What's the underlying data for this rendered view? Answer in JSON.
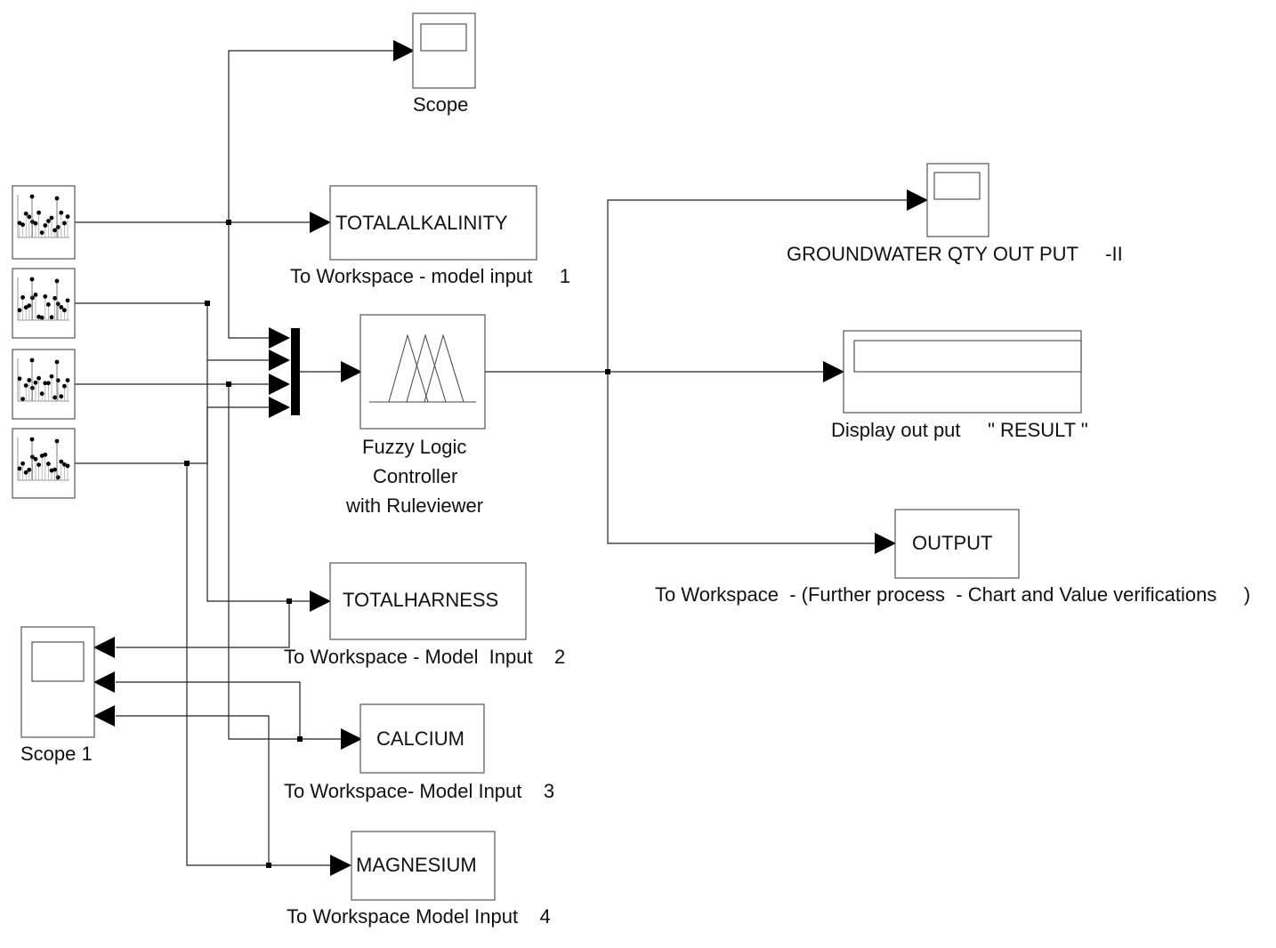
{
  "colors": {
    "line": "#222222",
    "block_border": "#555555",
    "background": "#ffffff"
  },
  "sources": [
    {
      "name": "signal-source-1",
      "icon": "scatter-plot-icon"
    },
    {
      "name": "signal-source-2",
      "icon": "scatter-plot-icon"
    },
    {
      "name": "signal-source-3",
      "icon": "scatter-plot-icon"
    },
    {
      "name": "signal-source-4",
      "icon": "scatter-plot-icon"
    }
  ],
  "blocks": {
    "scope": {
      "label": "Scope",
      "icon": "scope-icon"
    },
    "scope1": {
      "label": "Scope 1",
      "icon": "scope-icon"
    },
    "gw_scope": {
      "label": "GROUNDWATER QTY OUT PUT     -II",
      "icon": "scope-icon"
    },
    "fuzzy": {
      "label_lines": [
        "Fuzzy Logic",
        "Controller",
        "with Ruleviewer"
      ],
      "icon": "membership-functions-icon"
    },
    "mux": {
      "icon": "mux-bar-icon"
    },
    "display": {
      "label": "Display out put     \" RESULT \"",
      "icon": "display-icon"
    },
    "ws_total_alkalinity": {
      "name": "TOTALALKALINITY",
      "caption": "To Workspace - model input     1"
    },
    "ws_total_harness": {
      "name": "TOTALHARNESS",
      "caption": "To Workspace - Model  Input    2"
    },
    "ws_calcium": {
      "name": "CALCIUM",
      "caption": "To Workspace- Model Input    3"
    },
    "ws_magnesium": {
      "name": "MAGNESIUM",
      "caption": "To Workspace Model Input    4"
    },
    "ws_output": {
      "name": "OUTPUT",
      "caption": "To Workspace  - (Further process  - Chart and Value verifications     )"
    }
  }
}
